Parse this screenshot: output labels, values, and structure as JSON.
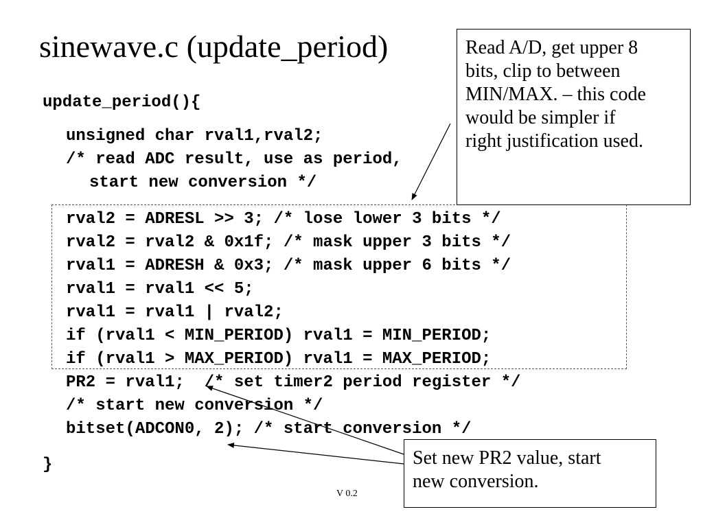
{
  "slide": {
    "title": "sinewave.c (update_period)",
    "footer": "V 0.2"
  },
  "code": {
    "lines": [
      "update_period(){",
      "unsigned char rval1,rval2;",
      "/* read ADC result, use as period,",
      "start new conversion */",
      "rval2 = ADRESL >> 3; /* lose lower 3 bits */",
      "rval2 = rval2 & 0x1f; /* mask upper 3 bits */",
      "rval1 = ADRESH & 0x3; /* mask upper 6 bits */",
      "rval1 = rval1 << 5;",
      "rval1 = rval1 | rval2;",
      "if (rval1 < MIN_PERIOD) rval1 = MIN_PERIOD;",
      "if (rval1 > MAX_PERIOD) rval1 = MAX_PERIOD;",
      "PR2 = rval1;  /* set timer2 period register */",
      "/* start new conversion */",
      "bitset(ADCON0, 2); /* start conversion */",
      "}"
    ]
  },
  "callouts": {
    "adc_note": "Read A/D, get upper 8\nbits, clip to between\nMIN/MAX. – this code\nwould be simpler if\nright justification used.",
    "pr2_note": "Set new PR2 value, start\nnew conversion."
  },
  "colors": {
    "background": "#ffffff",
    "text": "#000000",
    "dashed_border": "#555555"
  }
}
